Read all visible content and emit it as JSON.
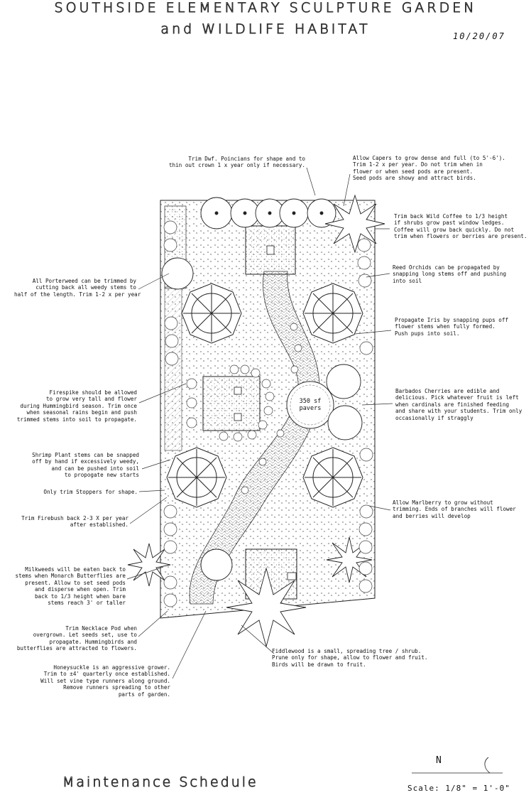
{
  "title": {
    "line1": "SOUTHSIDE ELEMENTARY SCULPTURE GARDEN",
    "line2": "and WILDLIFE HABITAT",
    "date": "10/20/07"
  },
  "plan": {
    "pavers_label_1": "350 sf",
    "pavers_label_2": "pavers",
    "north_label": "N"
  },
  "notes": [
    "Trim Dwf. Poincians for shape and to\nthin out crown 1 x year only if necessary.",
    "Allow Capers to grow dense and full (to 5'-6').\nTrim 1-2 x per year. Do not trim when in\nflower or when seed pods are present.\nSeed pods are showy and attract birds.",
    "Trim back Wild Coffee to 1/3 height\nif shrubs grow past window ledges.\nCoffee will grow back quickly. Do not\ntrim when flowers or berries are present.",
    "All Porterweed can be trimmed by\ncutting back all weedy stems to\nhalf of the length. Trim 1-2 x per year",
    "Reed Orchids can be propagated by\nsnapping long stems off and pushing\ninto soil",
    "Propagate Iris by snapping pups off\nflower stems when fully formed.\nPush pups into soil.",
    "Firespike should be allowed\nto grow very tall and flower\nduring Hummingbird season. Trim once\nwhen seasonal rains begin and push\ntrimmed stems into soil to propagate.",
    "Barbados Cherries are edible and\ndelicious. Pick whatever fruit is left\nwhen cardinals are finished feeding\nand share with your students. Trim only\noccasionally if straggly",
    "Shrimp Plant stems can be snapped\noff by hand if excessively weedy,\nand can be pushed into soil\nto propogate new starts",
    "Only trim Stoppers for shape.",
    "Allow Marlberry to grow without\ntrimming. Ends of branches will flower\nand berries will develop",
    "Trim Firebush back 2-3 X per year\nafter established.",
    "Milkweeds will be eaten back to\nstems when Monarch Butterflies are\npresent. Allow to set seed pods\nand disperse when open. Trim\nback to 1/3 height when bare\nstems reach 3' or taller",
    "Trim Necklace Pod when\novergrown. Let seeds set, use to\npropagate. Hummingbirds and\nbutterflies are attracted to flowers.",
    "Fiddlewood is a small, spreading tree / shrub.\nPrune only for shape, allow to flower and fruit.\nBirds will be drawn to fruit.",
    "Honeysuckle is an aggressive grower.\nTrim to ±4' quarterly once established.\nWill set vine type runners along ground.\nRemove runners spreading to other\nparts of garden."
  ],
  "footer": {
    "heading": "Maintenance Schedule",
    "scale": "Scale: 1/8\" = 1'-0\""
  }
}
